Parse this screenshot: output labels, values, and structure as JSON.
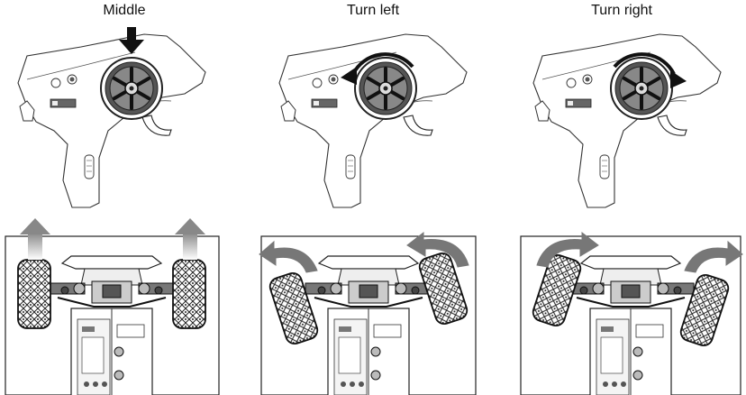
{
  "panels": [
    {
      "label": "Middle",
      "wheel_state": "middle",
      "steer": "straight"
    },
    {
      "label": "Turn left",
      "wheel_state": "turn-left",
      "steer": "left"
    },
    {
      "label": "Turn right",
      "wheel_state": "turn-right",
      "steer": "right"
    }
  ],
  "icons": {
    "press_arrow": "down-arrow-icon",
    "rotate_left": "counterclockwise-arrow-icon",
    "rotate_right": "clockwise-arrow-icon",
    "direction": "curved-arrow-icon"
  },
  "colors": {
    "line": "#222222",
    "gray_fill": "#999999",
    "light_fill": "#dddddd",
    "arrow_black": "#111111"
  }
}
